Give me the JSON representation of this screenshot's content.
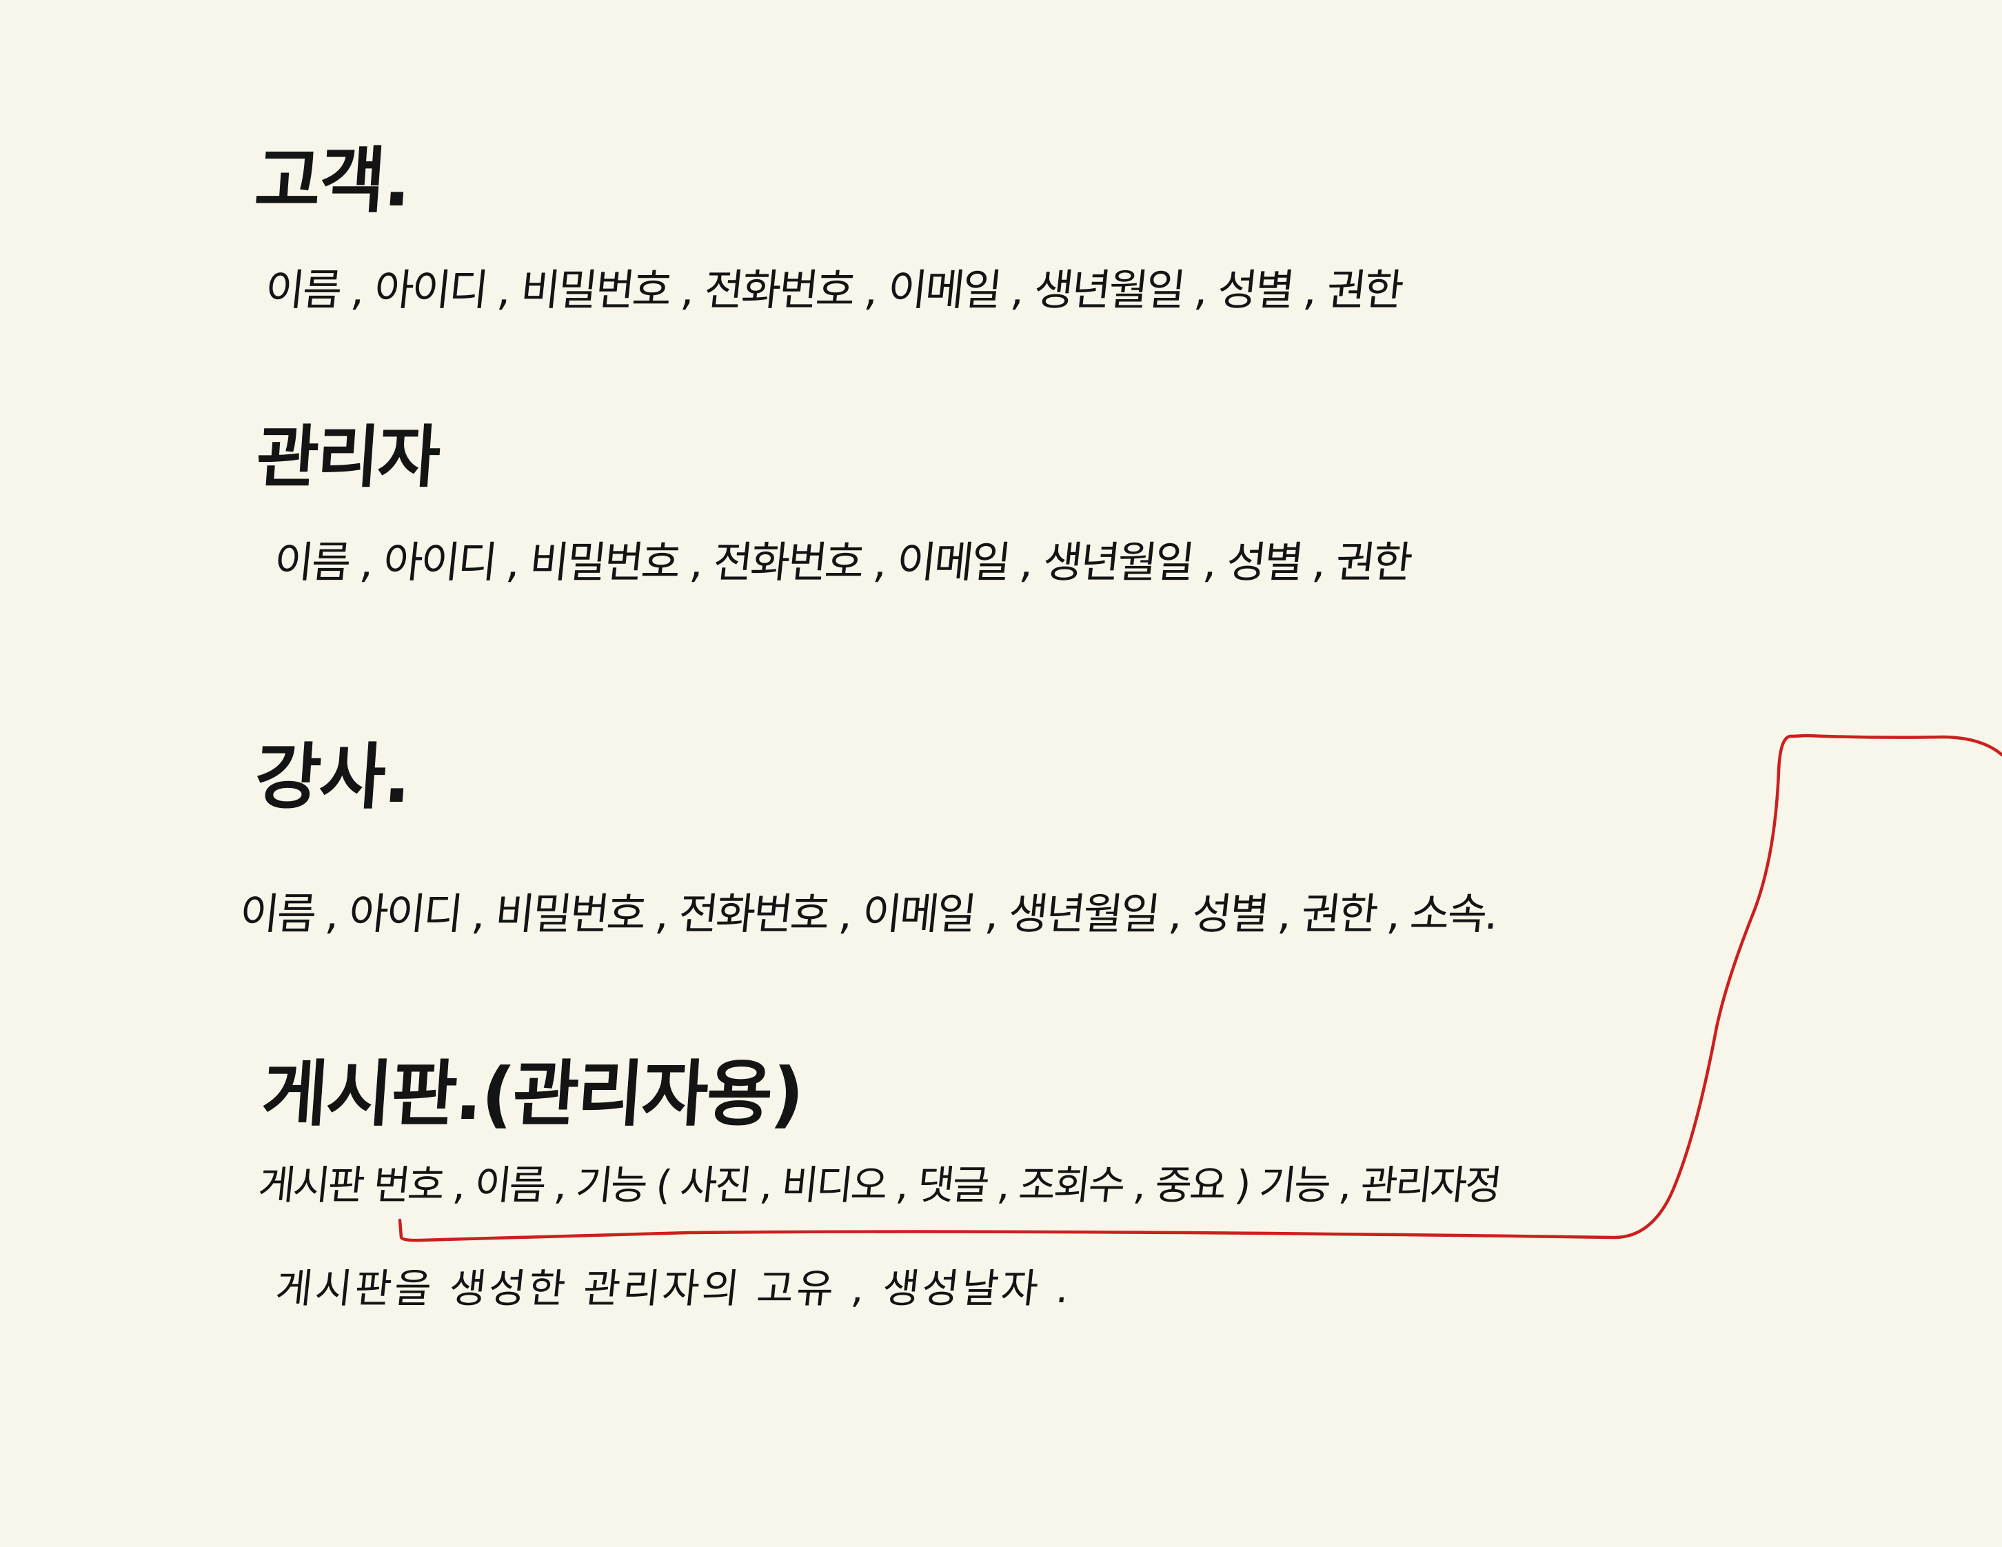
{
  "sections": [
    {
      "id": "customer",
      "heading": "고객.",
      "fields": "이름 , 아이디 , 비밀번호 , 전화번호 , 이메일 , 생년월일 , 성별 , 권한"
    },
    {
      "id": "admin",
      "heading": "관리자",
      "fields": "이름 , 아이디 , 비밀번호 , 전화번호 , 이메일 , 생년월일 , 성별 , 권한"
    },
    {
      "id": "instructor",
      "heading": "강사.",
      "fields": "이름 , 아이디 , 비밀번호 , 전화번호 , 이메일 , 생년월일 , 성별 , 권한 , 소속."
    },
    {
      "id": "board",
      "heading": "게시판.(관리자용)",
      "lines": [
        "게시판 번호 , 이름 , 기능 ( 사진 , 비디오 , 댓글 , 조회수 , 중요 ) 기능 , 관리자정",
        "게시판을 생성한 관리자의 고유 , 생성날자 ."
      ]
    }
  ],
  "colors": {
    "paper": "#f8f6ea",
    "ink": "#141414",
    "annotation": "#cc1f1f"
  }
}
